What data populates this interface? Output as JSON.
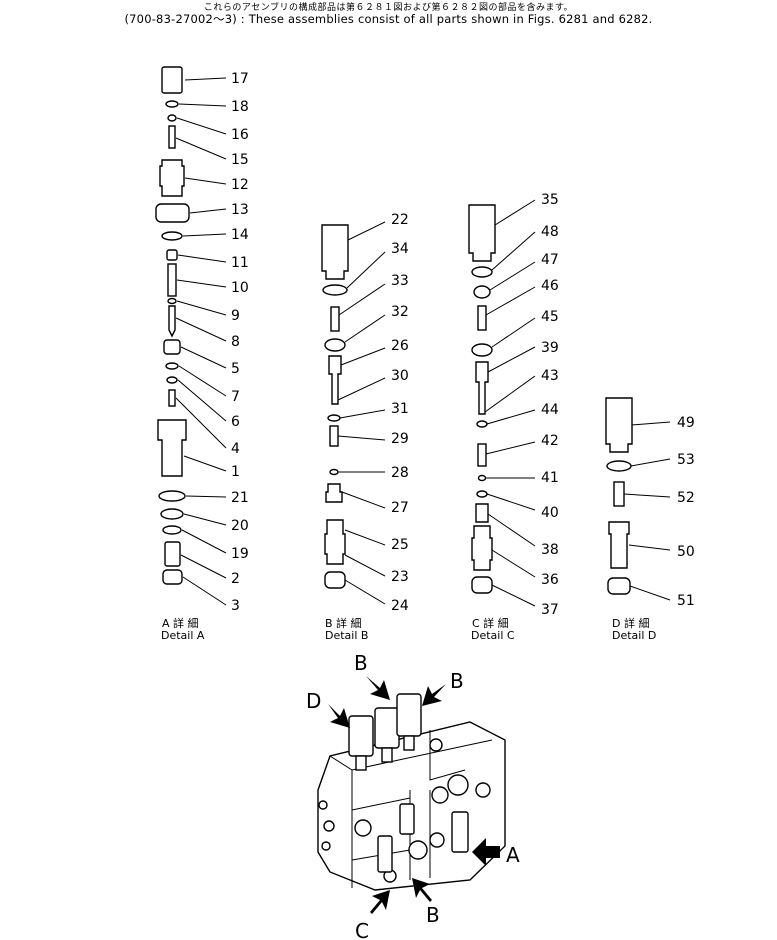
{
  "header": {
    "japanese": "これらのアセンブリの構成部品は第６２８１図および第６２８２図の部品を含みます。",
    "english": "(700-83-27002～3)  :  These assemblies consist of all parts shown in Figs. 6281 and 6282."
  },
  "details": [
    {
      "jp": "A 詳 細",
      "en": "Detail A"
    },
    {
      "jp": "B 詳 細",
      "en": "Detail B"
    },
    {
      "jp": "C 詳 細",
      "en": "Detail C"
    },
    {
      "jp": "D 詳 細",
      "en": "Detail D"
    }
  ],
  "callouts": {
    "a": [
      "17",
      "18",
      "16",
      "15",
      "12",
      "13",
      "14",
      "11",
      "10",
      "9",
      "8",
      "5",
      "7",
      "6",
      "4",
      "1",
      "21",
      "20",
      "19",
      "2",
      "3"
    ],
    "b": [
      "22",
      "34",
      "33",
      "32",
      "26",
      "30",
      "31",
      "29",
      "28",
      "27",
      "25",
      "23",
      "24"
    ],
    "c": [
      "35",
      "48",
      "47",
      "46",
      "45",
      "39",
      "43",
      "44",
      "42",
      "41",
      "40",
      "38",
      "36",
      "37"
    ],
    "d": [
      "49",
      "53",
      "52",
      "50",
      "51"
    ]
  },
  "view_labels": {
    "b_top": "B",
    "b_top2": "B",
    "d": "D",
    "a": "A",
    "c": "C",
    "b_bottom": "B"
  }
}
